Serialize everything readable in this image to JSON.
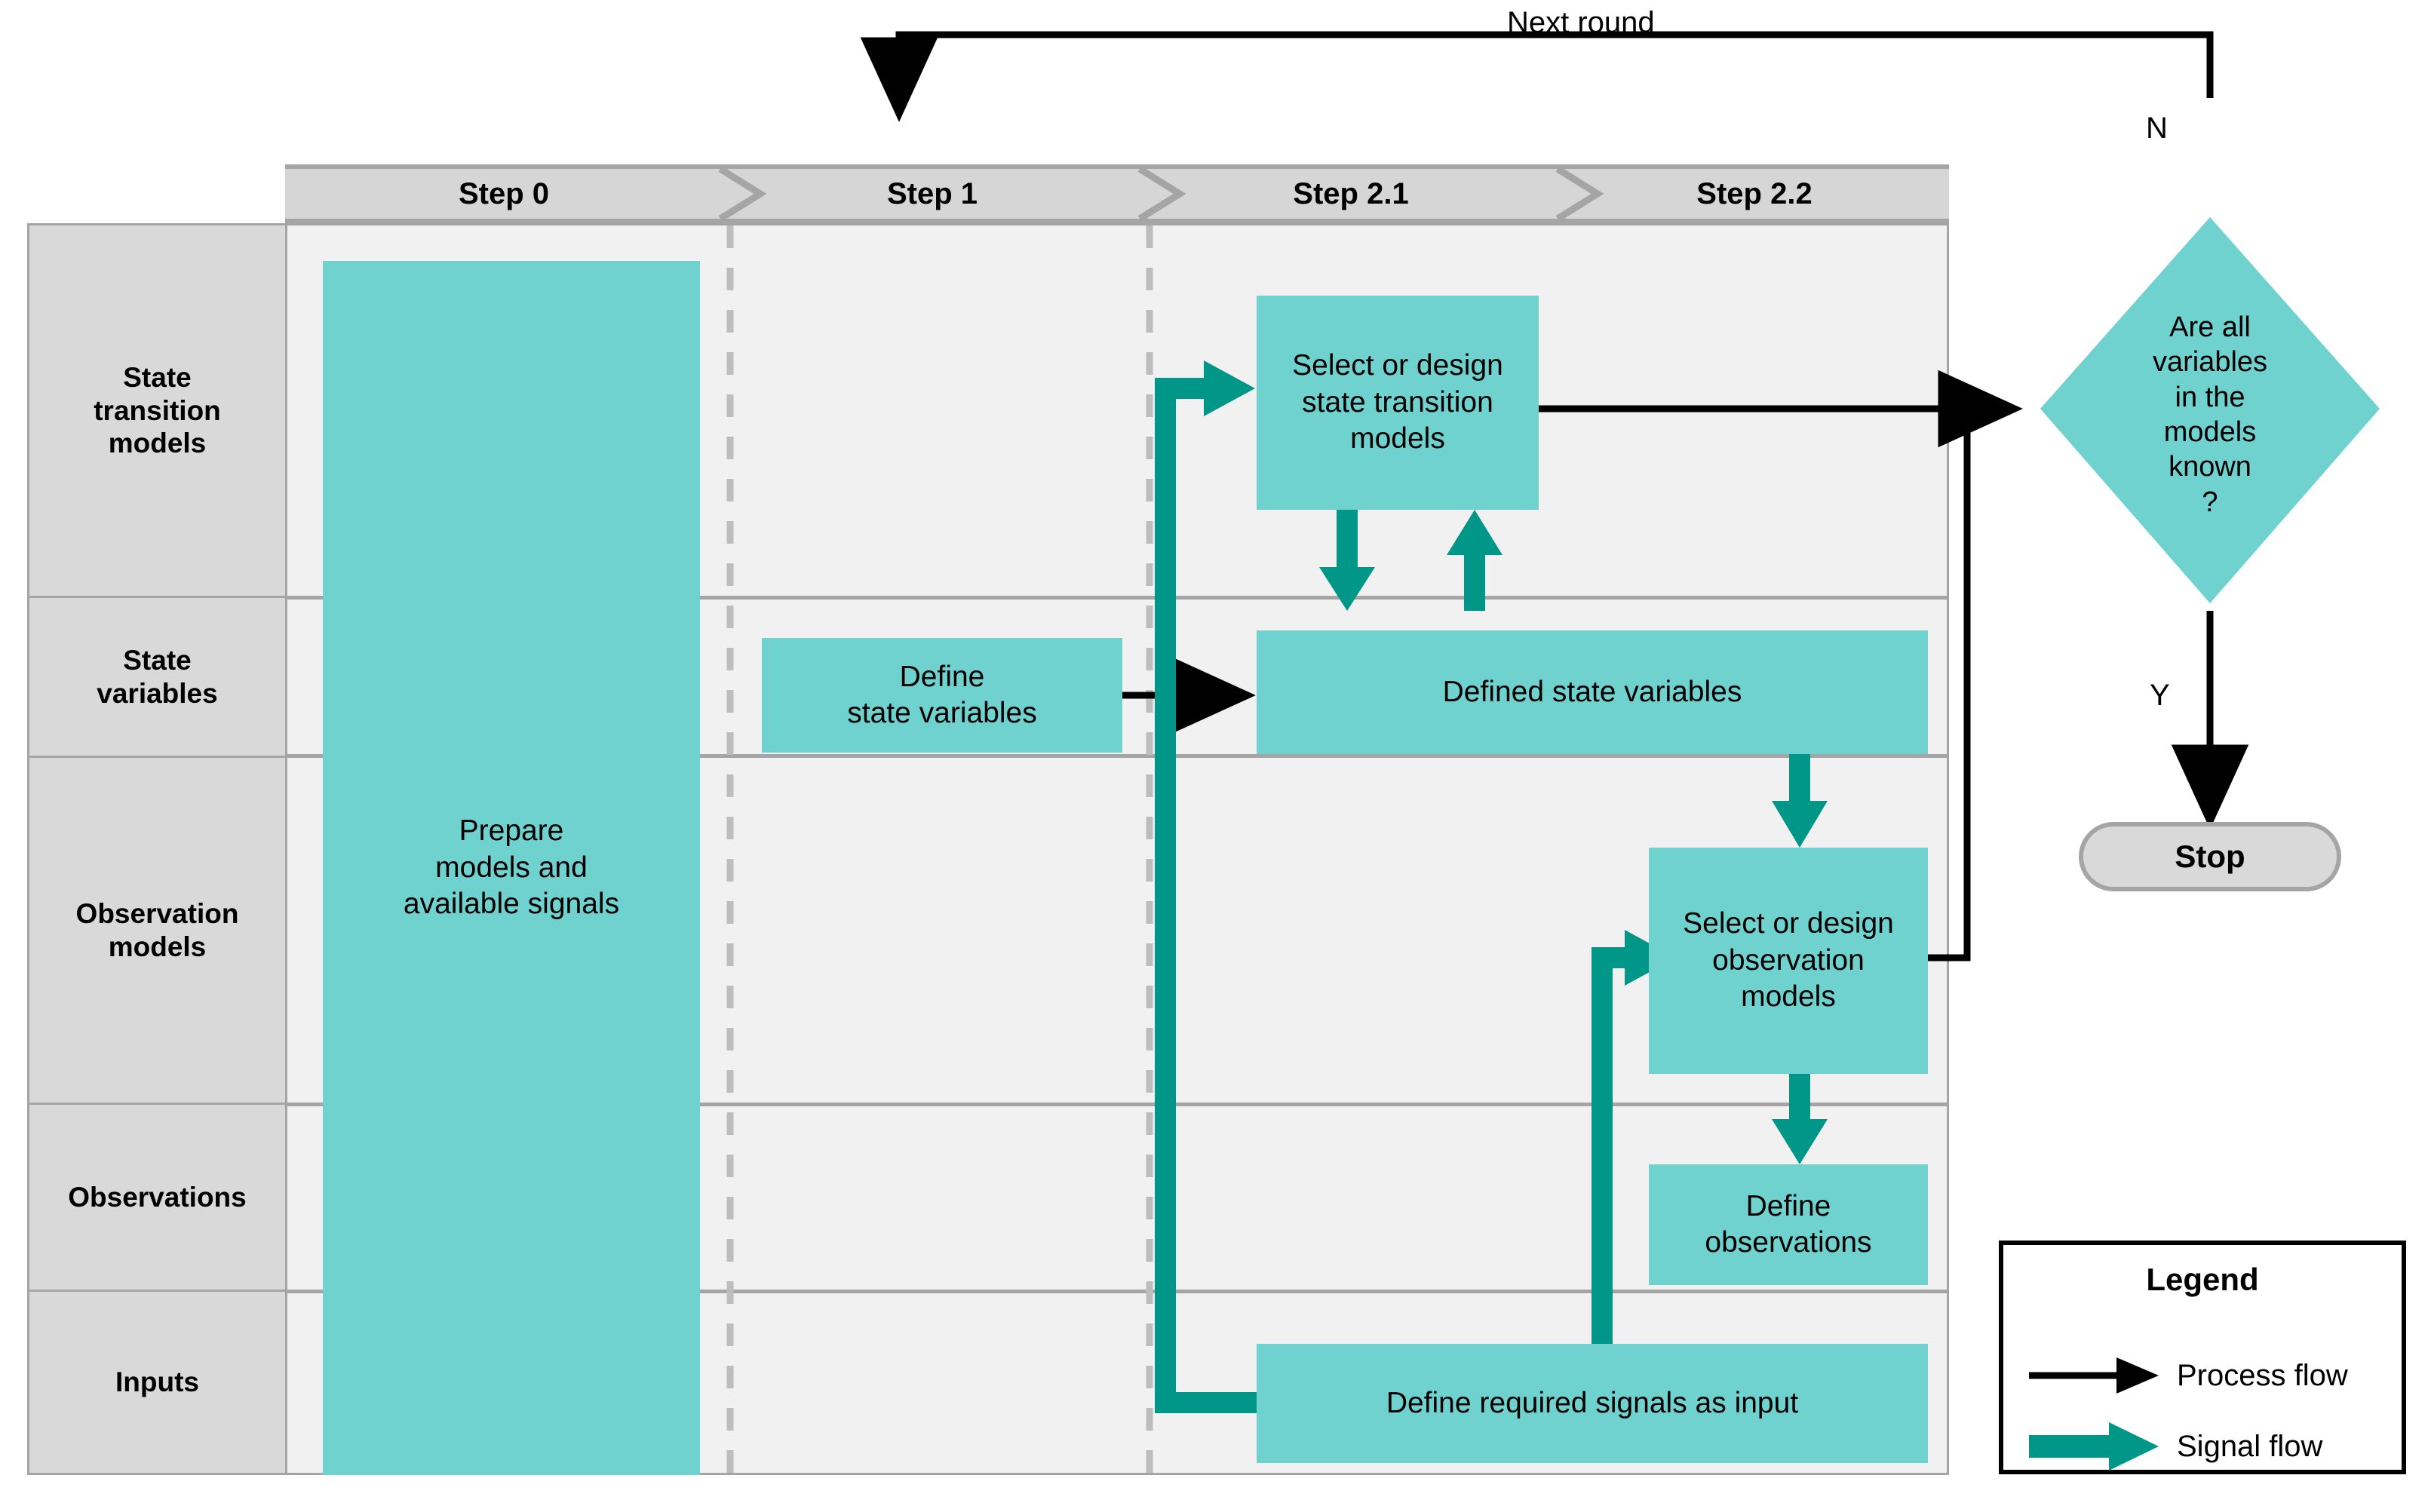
{
  "diagram": {
    "title_flow_label": "Next round",
    "branch_no": "N",
    "branch_yes": "Y",
    "colors": {
      "process_box": "#6fd2ce",
      "signal_flow": "#009688",
      "process_flow": "#000000",
      "lane_bg": "#f1f1f1",
      "row_label_bg": "#d9d9d9",
      "header_bg": "#d6d6d6",
      "border": "#a5a5a5"
    }
  },
  "header": {
    "steps": [
      {
        "label": "Step 0"
      },
      {
        "label": "Step 1"
      },
      {
        "label": "Step 2.1"
      },
      {
        "label": "Step 2.2"
      }
    ]
  },
  "rows": [
    {
      "label": "State\ntransition\nmodels"
    },
    {
      "label": "State\nvariables"
    },
    {
      "label": "Observation\nmodels"
    },
    {
      "label": "Observations"
    },
    {
      "label": "Inputs"
    }
  ],
  "nodes": {
    "prepare": "Prepare\nmodels and\navailable signals",
    "define_state_variables": "Define\nstate variables",
    "select_state_transition_models": "Select or design\nstate transition\nmodels",
    "defined_state_variables": "Defined state variables",
    "select_observation_models": "Select or design\nobservation\nmodels",
    "define_observations": "Define\nobservations",
    "define_required_signals": "Define required signals as input",
    "decision": "Are all\nvariables\nin the\nmodels\nknown\n?",
    "stop": "Stop"
  },
  "legend": {
    "title": "Legend",
    "items": [
      {
        "label": "Process flow",
        "type": "process"
      },
      {
        "label": "Signal flow",
        "type": "signal"
      }
    ]
  }
}
